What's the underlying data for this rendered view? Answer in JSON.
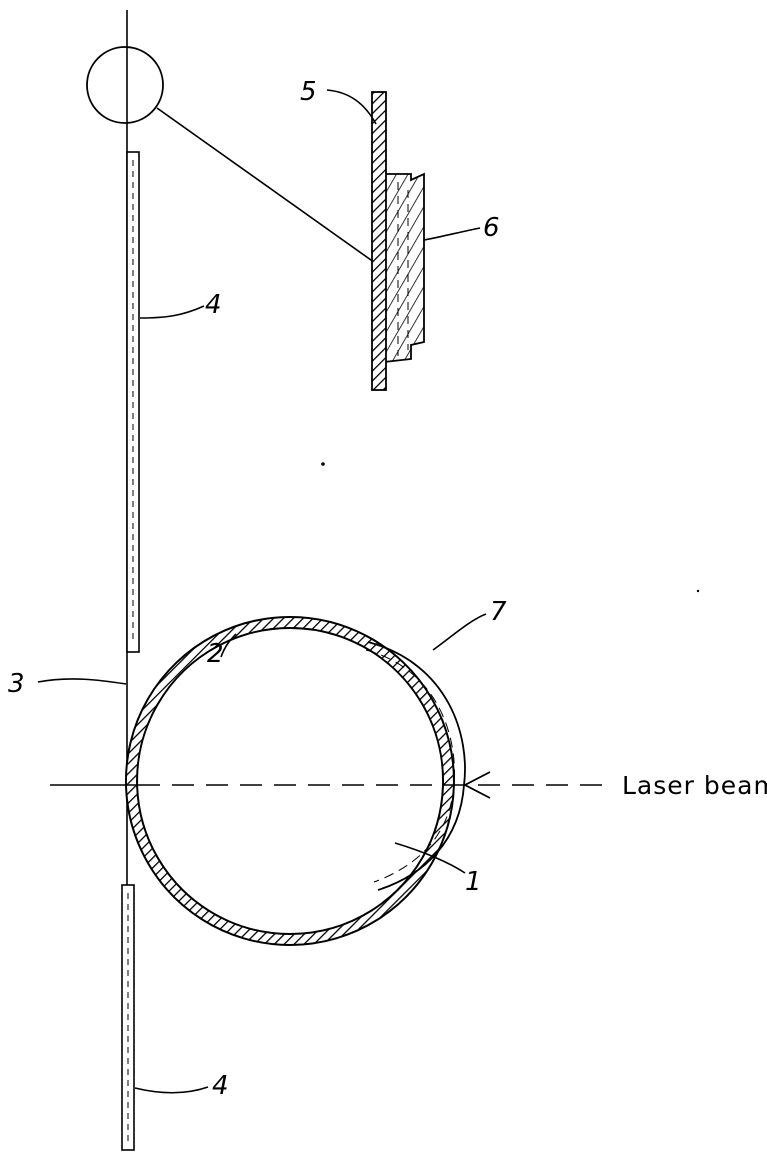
{
  "labels": {
    "ref_1": "1",
    "ref_2": "2",
    "ref_3": "3",
    "ref_4_top": "4",
    "ref_4_bottom": "4",
    "ref_5": "5",
    "ref_6": "6",
    "ref_7": "7",
    "laser_beam": "Laser beam"
  }
}
